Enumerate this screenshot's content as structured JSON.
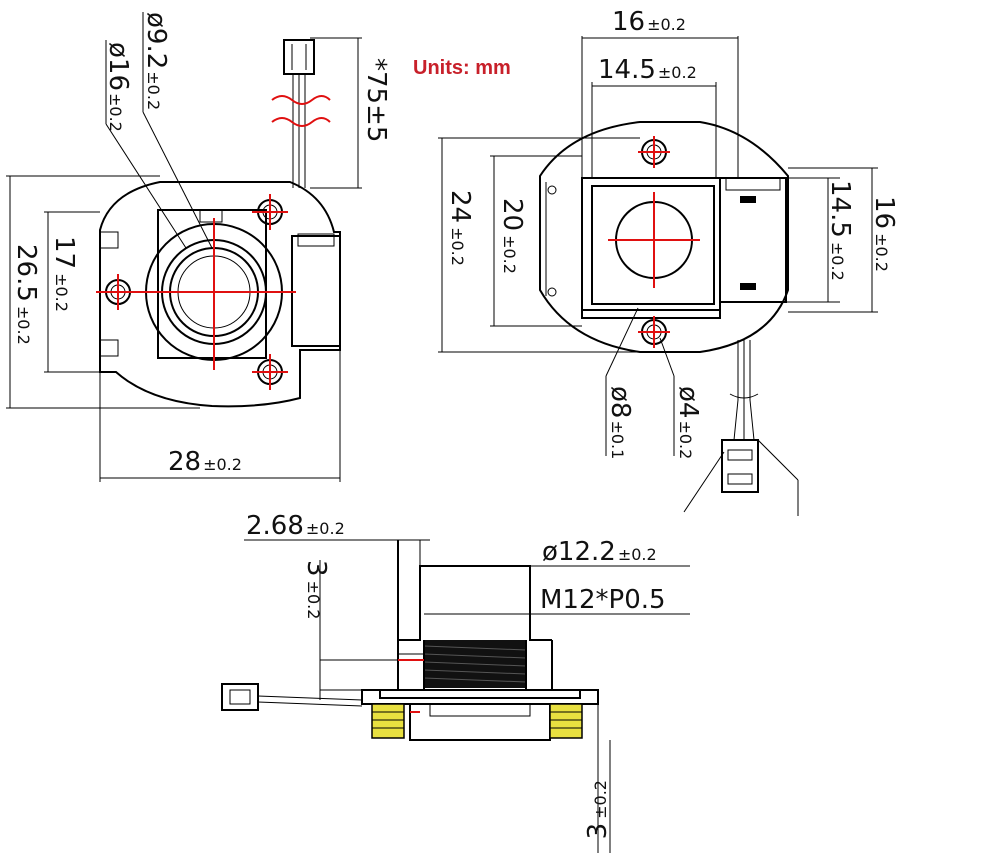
{
  "units_note": "Units: mm",
  "colors": {
    "centerline": "#e01010",
    "outline": "#000000",
    "note": "#c8202a",
    "coil": "#111111",
    "screw_thread": "#e8e040"
  },
  "front_view": {
    "dia_16": {
      "value": "ø16",
      "tol": "±0.2"
    },
    "dia_9_2": {
      "value": "ø9.2",
      "tol": "±0.2"
    },
    "height_17": {
      "value": "17",
      "tol": "±0.2"
    },
    "height_26_5": {
      "value": "26.5",
      "tol": "±0.2"
    },
    "width_28": {
      "value": "28",
      "tol": "±0.2"
    },
    "cable_75": {
      "value": "*75±5"
    }
  },
  "back_view": {
    "width_16": {
      "value": "16",
      "tol": "±0.2"
    },
    "width_14_5": {
      "value": "14.5",
      "tol": "±0.2"
    },
    "height_24": {
      "value": "24",
      "tol": "±0.2"
    },
    "height_20": {
      "value": "20",
      "tol": "±0.2"
    },
    "right_14_5": {
      "value": "14.5",
      "tol": "±0.2"
    },
    "right_16": {
      "value": "16",
      "tol": "±0.2"
    },
    "dia_8": {
      "value": "ø8",
      "tol": "±0.1"
    },
    "dia_4": {
      "value": "ø4",
      "tol": "±0.2"
    }
  },
  "side_view": {
    "offset_2_68": {
      "value": "2.68",
      "tol": "±0.2"
    },
    "dia_12_2": {
      "value": "ø12.2",
      "tol": "±0.2"
    },
    "thread": {
      "value": "M12*P0.5"
    },
    "height_3_top": {
      "value": "3",
      "tol": "±0.2"
    },
    "height_3_bottom": {
      "value": "3",
      "tol": "±0.2"
    }
  }
}
